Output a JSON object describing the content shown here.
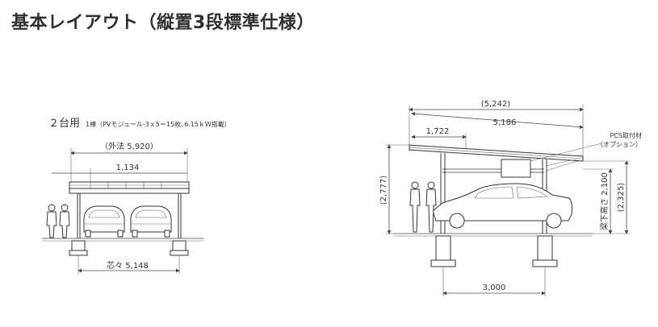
{
  "title": "基本レイアウト（縦置3段標準仕様）",
  "left_plan": {
    "label": "２台用",
    "spec": "1棟（PVモジュール-3ｘ5＝15枚､6.15ｋW搭載）",
    "dim_overall": "（外法 5,920）",
    "dim_partial": "1,134",
    "dim_center": "芯々 5,148"
  },
  "right_elevation": {
    "dim_top_overall": "(5,242)",
    "dim_top_roof": "5,186",
    "dim_top_partial": "1,722",
    "dim_left_height": "(2,777)",
    "dim_beam_height": "梁下高さ 2,100",
    "dim_right_height": "(2,325)",
    "pcs_label_1": "PCS取付材",
    "pcs_label_2": "（オプション）",
    "dim_bottom": "3,000"
  },
  "colors": {
    "line": "#444444",
    "text": "#333333",
    "title": "#2f2f2f"
  }
}
